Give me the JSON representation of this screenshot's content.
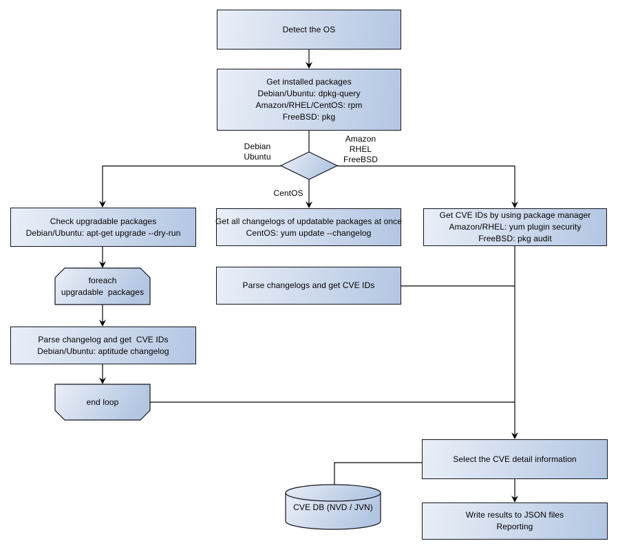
{
  "nodes": {
    "detect_os": "Detect the OS",
    "get_installed_packages": "Get installed packages\nDebian/Ubuntu: dpkg-query\nAmazon/RHEL/CentOS: rpm\nFreeBSD: pkg",
    "check_upgradable": "Check upgradable packages\nDebian/Ubuntu: apt-get upgrade --dry-run",
    "foreach_loop": "foreach\nupgradable  packages",
    "parse_changelog_deb": "Parse changelog and get  CVE IDs\nDebian/Ubuntu: aptitude changelog",
    "end_loop": "end loop",
    "get_all_changelogs": "Get all changelogs of updatable packages at once\nCentOS: yum update --changelog",
    "parse_changelogs_centos": "Parse changelogs and get CVE IDs",
    "get_cve_pkg_manager": "Get CVE IDs by using package manager\nAmazon/RHEL: yum plugin security\nFreeBSD: pkg audit",
    "select_cve_detail": "Select the CVE detail information",
    "write_results": "Write results to JSON files\nReporting",
    "cve_db": "CVE DB (NVD / JVN)"
  },
  "branch_labels": {
    "left": "Debian\nUbuntu",
    "right": "Amazon\nRHEL\nFreeBSD",
    "down": "CentOS"
  },
  "colors": {
    "node_fill_light": "#eaeff8",
    "node_fill_dark": "#b3c6e2",
    "node_border": "#10131a",
    "connector": "#000000",
    "background": "#ffffff"
  }
}
